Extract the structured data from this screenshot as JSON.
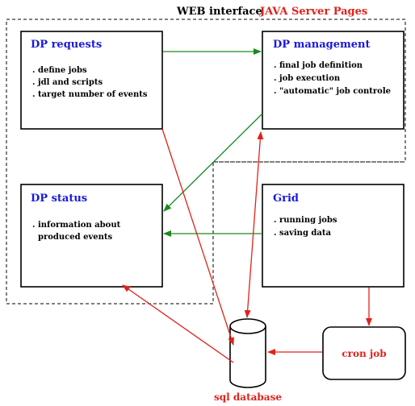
{
  "header": {
    "web_label": "WEB interface",
    "jsp_label": "JAVA Server Pages"
  },
  "boxes": {
    "requests": {
      "title": "DP requests",
      "lines": [
        ". define jobs",
        ". jdl and scripts",
        ". target number of events"
      ]
    },
    "management": {
      "title": "DP management",
      "lines": [
        ". final job definition",
        ". job execution",
        ". \"automatic\" job controle"
      ]
    },
    "status": {
      "title": "DP status",
      "lines": [
        ". information about",
        "  produced events"
      ]
    },
    "grid": {
      "title": "Grid",
      "lines": [
        ". running jobs",
        ". saving data"
      ]
    },
    "cron": {
      "title": "cron job"
    }
  },
  "database": {
    "label": "sql database"
  },
  "colors": {
    "title_blue": "#1a1adb",
    "accent_red": "#e0221b",
    "arrow_green": "#1a8a1a",
    "line_black": "#000000"
  }
}
